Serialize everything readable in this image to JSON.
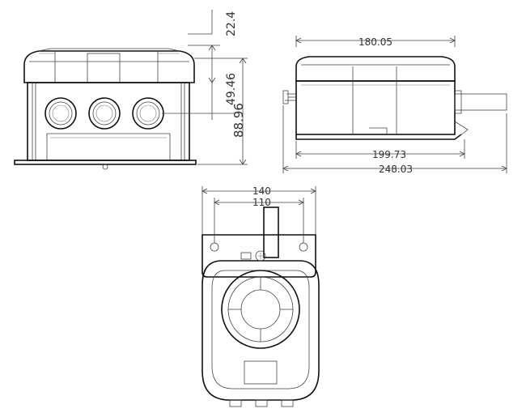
{
  "drawing": {
    "front_view": {
      "dims": {
        "d_22_4": "22.4",
        "d_49_46": "49.46",
        "d_88_96": "88.96"
      }
    },
    "side_view": {
      "dims": {
        "d_180_05": "180.05",
        "d_199_73": "199.73",
        "d_248_03": "248.03"
      }
    },
    "top_view": {
      "dims": {
        "d_140": "140",
        "d_110": "110"
      }
    },
    "colors": {
      "line": "#222222",
      "text": "#333333",
      "background": "#ffffff"
    }
  }
}
